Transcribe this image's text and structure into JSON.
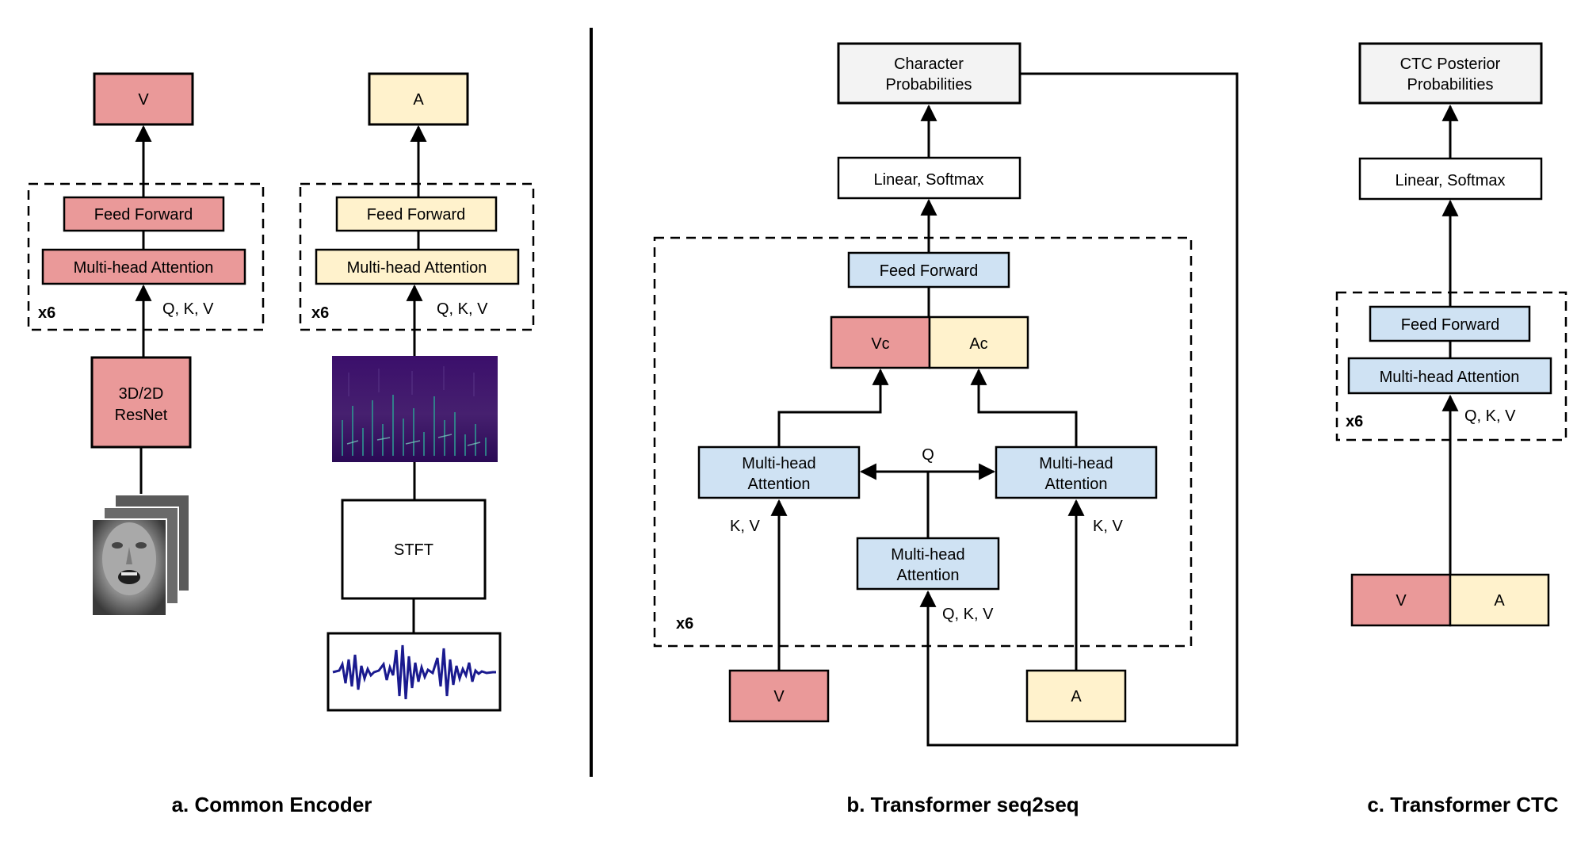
{
  "colors": {
    "visual": "#EA9999",
    "audio": "#FFF2CC",
    "attention": "#CFE2F3",
    "output": "#F3F3F3",
    "plain": "#FFFFFF",
    "stroke": "#000000"
  },
  "panel_a": {
    "caption": "a. Common Encoder",
    "visual_branch": {
      "output": "V",
      "feed_forward": "Feed Forward",
      "attention": "Multi-head Attention",
      "repeat": "x6",
      "qkv": "Q, K, V",
      "resnet_line1": "3D/2D",
      "resnet_line2": "ResNet",
      "input_icon": "face-frames-icon"
    },
    "audio_branch": {
      "output": "A",
      "feed_forward": "Feed Forward",
      "attention": "Multi-head Attention",
      "repeat": "x6",
      "qkv": "Q, K, V",
      "spectrogram_icon": "spectrogram-icon",
      "stft": "STFT",
      "waveform_icon": "waveform-icon"
    }
  },
  "panel_b": {
    "caption": "b. Transformer seq2seq",
    "output_line1": "Character",
    "output_line2": "Probabilities",
    "linear": "Linear, Softmax",
    "feed_forward": "Feed Forward",
    "vc": "Vc",
    "ac": "Ac",
    "left_attention_line1": "Multi-head",
    "left_attention_line2": "Attention",
    "right_attention_line1": "Multi-head",
    "right_attention_line2": "Attention",
    "center_attention_line1": "Multi-head",
    "center_attention_line2": "Attention",
    "q": "Q",
    "kv_left": "K, V",
    "kv_right": "K, V",
    "qkv": "Q, K, V",
    "repeat": "x6",
    "input_v": "V",
    "input_a": "A"
  },
  "panel_c": {
    "caption": "c. Transformer CTC",
    "output_line1": "CTC Posterior",
    "output_line2": "Probabilities",
    "linear": "Linear, Softmax",
    "feed_forward": "Feed Forward",
    "attention": "Multi-head Attention",
    "qkv": "Q, K, V",
    "repeat": "x6",
    "input_v": "V",
    "input_a": "A"
  }
}
